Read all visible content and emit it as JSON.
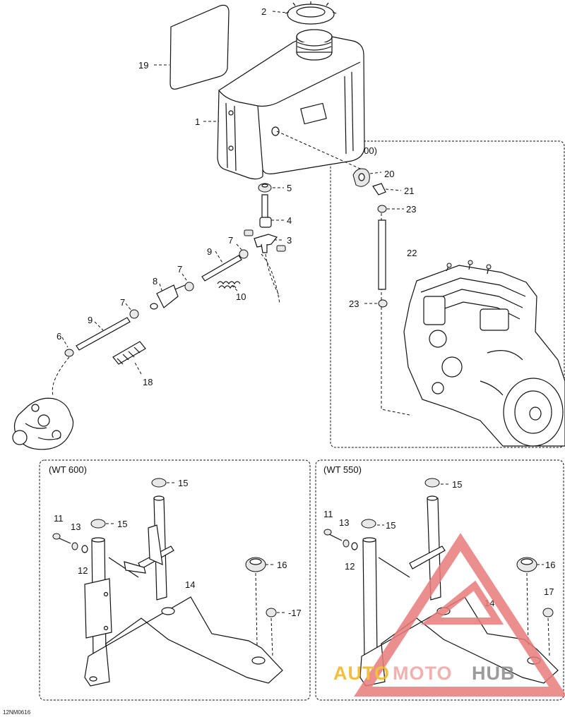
{
  "diagram": {
    "boxes": {
      "engine_box_label": "(WT 600)",
      "frame_left_label": "(WT 600)",
      "frame_right_label": "(WT 550)"
    },
    "callouts": {
      "c1": "1",
      "c2": "2",
      "c3": "3",
      "c4": "4",
      "c5": "5",
      "c6": "6",
      "c7a": "7",
      "c7b": "7",
      "c7c": "7",
      "c8": "8",
      "c9a": "9",
      "c9b": "9",
      "c10": "10",
      "c18": "18",
      "c19": "19",
      "c20": "20",
      "c21": "21",
      "c22": "22",
      "c23a": "23",
      "c23b": "23",
      "l11": "11",
      "l12": "12",
      "l13": "13",
      "l14": "14",
      "l15a": "15",
      "l15b": "15",
      "l16": "16",
      "l17": "-17",
      "r11": "11",
      "r12": "12",
      "r13": "13",
      "r14": "14",
      "r15a": "15",
      "r15b": "15",
      "r16": "16",
      "r17": "17"
    },
    "reference_code": "12NM0616"
  },
  "watermark": {
    "part1": "AUTO",
    "part2": "MOTO",
    "part3": "HUB",
    "colors": {
      "yellow": "#f2b41e",
      "pink": "#f0a4a4",
      "gray": "#8a8a8a"
    }
  }
}
